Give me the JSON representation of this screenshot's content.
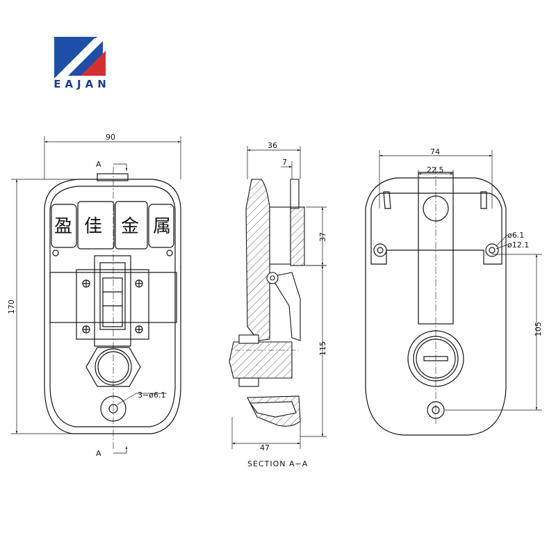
{
  "brand": {
    "name": "EAJAN",
    "colors": {
      "blue": "#1e4ea8",
      "red": "#d32f2f"
    }
  },
  "front_view": {
    "width_dim": "90",
    "height_dim": "170",
    "section_top": "A",
    "section_bottom": "A",
    "hole_note": "3−ø6.1",
    "chars": [
      "盈",
      "佳",
      "金",
      "属"
    ]
  },
  "section_view": {
    "top_dim": "36",
    "small_dim": "7",
    "mid_dim": "37",
    "tall_dim": "115",
    "bottom_dim": "47",
    "caption": "SECTION A−A"
  },
  "back_view": {
    "width_dim": "74",
    "inner_dim": "22.5",
    "hole_small": "ø6.1",
    "hole_large": "ø12.1",
    "height_dim": "105"
  }
}
